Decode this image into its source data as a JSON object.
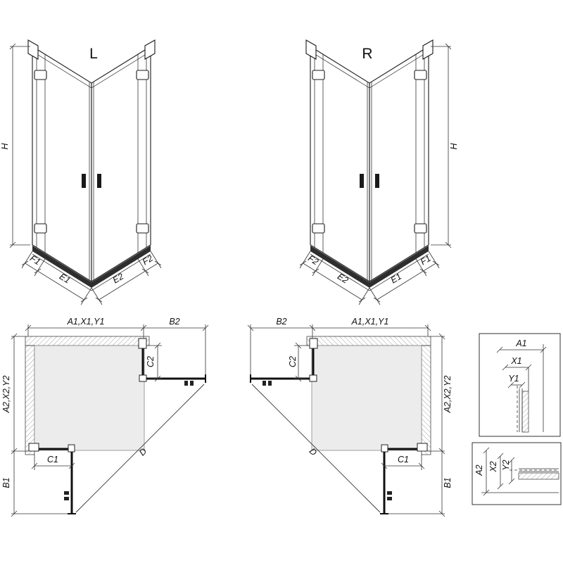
{
  "views": {
    "left3d": {
      "title": "L",
      "h": "H",
      "f1": "F1",
      "e1": "E1",
      "e2": "E2",
      "f2": "F2"
    },
    "right3d": {
      "title": "R",
      "h": "H",
      "f1": "F1",
      "e1": "E1",
      "e2": "E2",
      "f2": "F2"
    },
    "leftPlan": {
      "a1x1y1": "A1,X1,Y1",
      "b2": "B2",
      "c2": "C2",
      "a2x2y2": "A2,X2,Y2",
      "c1": "C1",
      "b1": "B1",
      "d": "D"
    },
    "rightPlan": {
      "a1x1y1": "A1,X1,Y1",
      "b2": "B2",
      "c2": "C2",
      "a2x2y2": "A2,X2,Y2",
      "c1": "C1",
      "b1": "B1",
      "d": "D"
    },
    "detailTop": {
      "a1": "A1",
      "x1": "X1",
      "y1": "Y1"
    },
    "detailBottom": {
      "a2": "A2",
      "x2": "X2",
      "y2": "Y2"
    }
  },
  "colors": {
    "line": "#1a1a1a",
    "dim_line": "#333333",
    "glass_edge": "#111111",
    "tray_fill": "#ececec",
    "base_fill": "#2e2e2e",
    "background": "#ffffff"
  }
}
